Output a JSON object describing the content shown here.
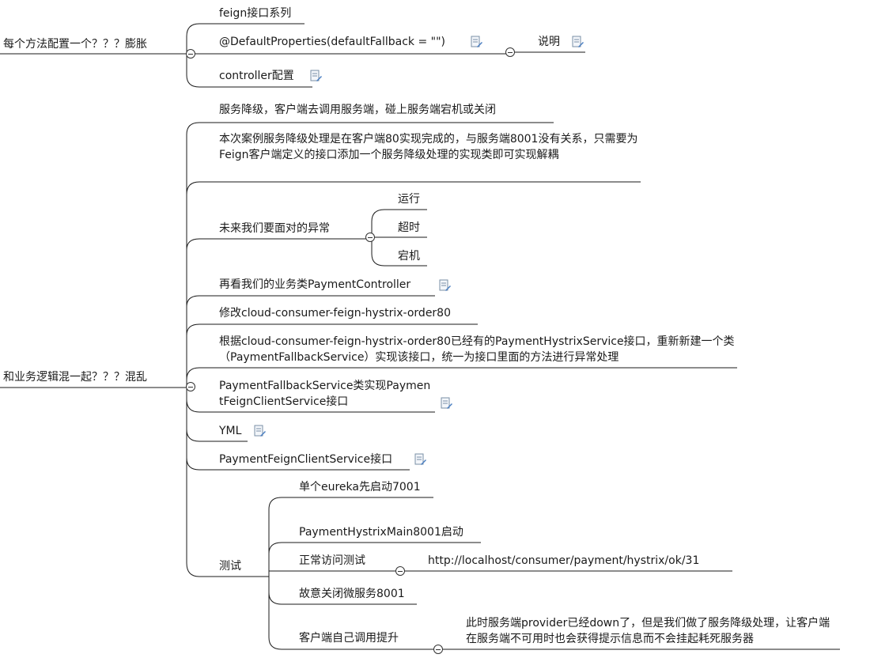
{
  "nodes": {
    "topic1": "每个方法配置一个？？？膨胀",
    "topic1_c1": "feign接口系列",
    "topic1_c2": "@DefaultProperties(defaultFallback = \"\")",
    "topic1_c2_c1": "说明",
    "topic1_c3": "controller配置",
    "topic2": "和业务逻辑混一起？？？混乱",
    "t2_c1": "服务降级，客户端去调用服务端，碰上服务端宕机或关闭",
    "t2_c2": "本次案例服务降级处理是在客户端80实现完成的，与服务端8001没有关系，只需要为Feign客户端定义的接口添加一个服务降级处理的实现类即可实现解耦",
    "t2_c3": "未来我们要面对的异常",
    "t2_c3_a": "运行",
    "t2_c3_b": "超时",
    "t2_c3_c": "宕机",
    "t2_c4": "再看我们的业务类PaymentController",
    "t2_c5": "修改cloud-consumer-feign-hystrix-order80",
    "t2_c6": "根据cloud-consumer-feign-hystrix-order80已经有的PaymentHystrixService接口，重新新建一个类（PaymentFallbackService）实现该接口，统一为接口里面的方法进行异常处理",
    "t2_c7": "PaymentFallbackService类实现PaymentFeignClientService接口",
    "t2_c8": "YML",
    "t2_c9": "PaymentFeignClientService接口",
    "t2_c10": "测试",
    "t2_c10_a": "单个eureka先启动7001",
    "t2_c10_b": "PaymentHystrixMain8001启动",
    "t2_c10_c": "正常访问测试",
    "t2_c10_c_1": "http://localhost/consumer/payment/hystrix/ok/31",
    "t2_c10_d": "故意关闭微服务8001",
    "t2_c10_e": "客户端自己调用提升",
    "t2_c10_e_1": "此时服务端provider已经down了，但是我们做了服务降级处理，让客户端在服务端不可用时也会获得提示信息而不会挂起耗死服务器"
  }
}
